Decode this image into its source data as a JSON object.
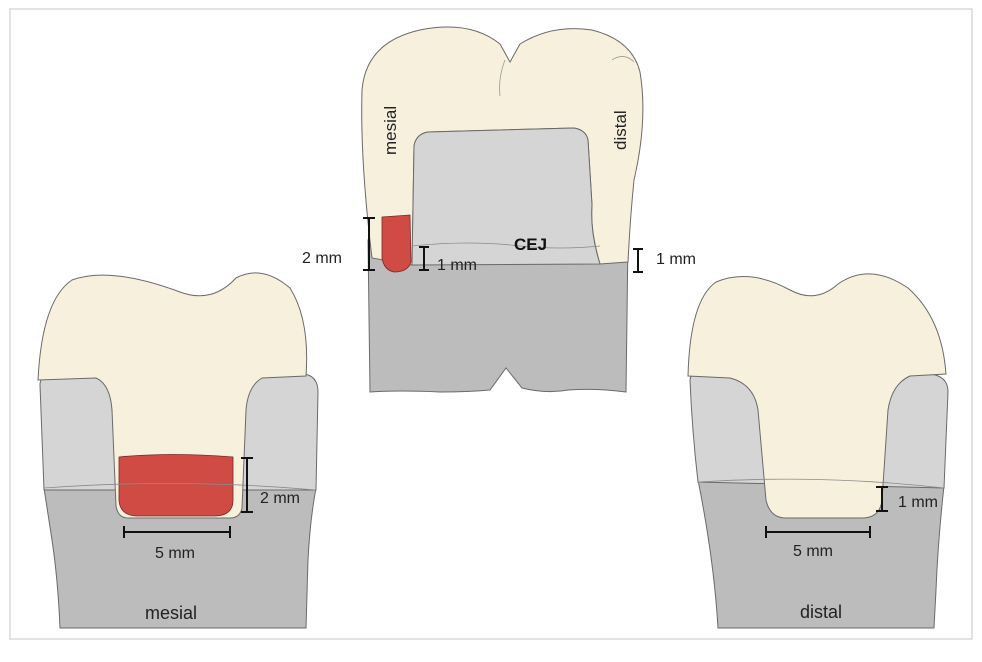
{
  "colors": {
    "enamel": "#f7f0dc",
    "dentin": "#d5d5d5",
    "root": "#bcbcbc",
    "lesion": "#cf4b44",
    "outline": "#6a6a6a",
    "frame": "#cfcfcf"
  },
  "top_tooth": {
    "label_mesial": "mesial",
    "label_distal": "distal",
    "label_cej": "CEJ",
    "measure_left_outer": "2 mm",
    "measure_left_inner": "1 mm",
    "measure_right": "1 mm"
  },
  "left_tooth": {
    "label": "mesial",
    "measure_depth": "2 mm",
    "measure_width": "5 mm"
  },
  "right_tooth": {
    "label": "distal",
    "measure_depth": "1 mm",
    "measure_width": "5 mm"
  }
}
